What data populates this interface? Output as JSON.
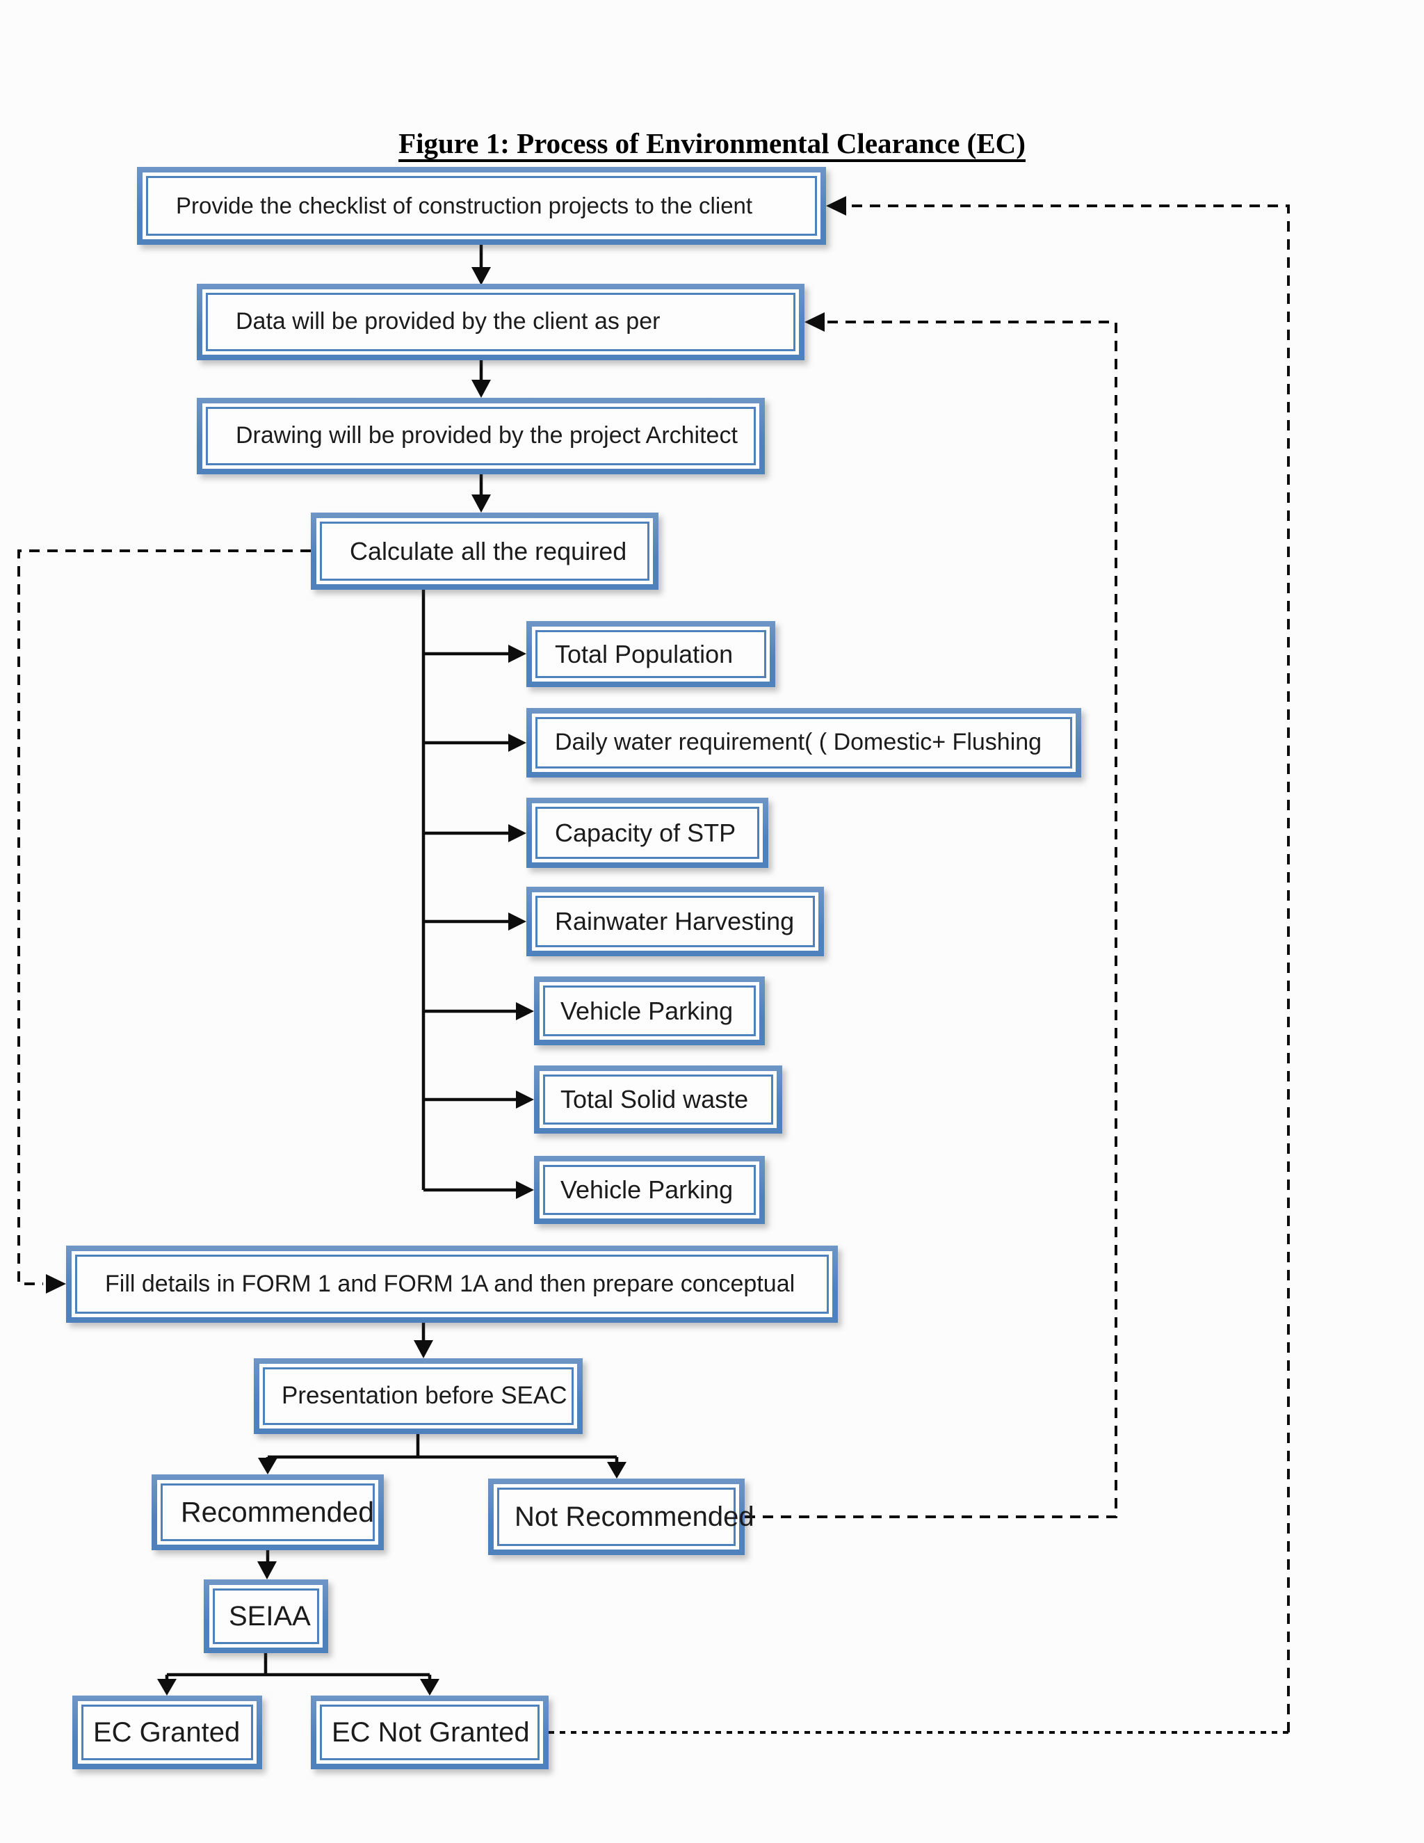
{
  "title": "Figure 1: Process of Environmental Clearance (EC)",
  "nodes": {
    "provide": {
      "label": "Provide the checklist of construction projects to the client"
    },
    "data": {
      "label": "Data will be provided by the client as per"
    },
    "drawing": {
      "label": "Drawing will be provided by the project Architect"
    },
    "calculate": {
      "label": "Calculate all the required"
    },
    "total_population": {
      "label": "Total Population"
    },
    "daily_water": {
      "label": "Daily water requirement( ( Domestic+ Flushing"
    },
    "capacity_stp": {
      "label": "Capacity of STP"
    },
    "rainwater": {
      "label": "Rainwater Harvesting"
    },
    "vehicle_parking_1": {
      "label": "Vehicle Parking"
    },
    "total_solid_waste": {
      "label": "Total Solid waste"
    },
    "vehicle_parking_2": {
      "label": "Vehicle Parking"
    },
    "fill_form": {
      "label": "Fill details in FORM 1 and FORM 1A and then prepare conceptual"
    },
    "presentation": {
      "label": "Presentation before SEAC"
    },
    "recommended": {
      "label": "Recommended"
    },
    "not_recommended": {
      "label": "Not Recommended"
    },
    "seiaa": {
      "label": "SEIAA"
    },
    "ec_granted": {
      "label": "EC Granted"
    },
    "ec_not_granted": {
      "label": "EC Not Granted"
    }
  },
  "edges": [
    {
      "from": "provide",
      "to": "data",
      "style": "solid"
    },
    {
      "from": "data",
      "to": "drawing",
      "style": "solid"
    },
    {
      "from": "drawing",
      "to": "calculate",
      "style": "solid"
    },
    {
      "from": "calculate",
      "to": "total_population",
      "style": "solid"
    },
    {
      "from": "calculate",
      "to": "daily_water",
      "style": "solid"
    },
    {
      "from": "calculate",
      "to": "capacity_stp",
      "style": "solid"
    },
    {
      "from": "calculate",
      "to": "rainwater",
      "style": "solid"
    },
    {
      "from": "calculate",
      "to": "vehicle_parking_1",
      "style": "solid"
    },
    {
      "from": "calculate",
      "to": "total_solid_waste",
      "style": "solid"
    },
    {
      "from": "calculate",
      "to": "vehicle_parking_2",
      "style": "solid"
    },
    {
      "from": "calculate",
      "to": "fill_form",
      "style": "dashed"
    },
    {
      "from": "fill_form",
      "to": "presentation",
      "style": "solid"
    },
    {
      "from": "presentation",
      "to": "recommended",
      "style": "solid"
    },
    {
      "from": "presentation",
      "to": "not_recommended",
      "style": "solid"
    },
    {
      "from": "not_recommended",
      "to": "data",
      "style": "dashed"
    },
    {
      "from": "recommended",
      "to": "seiaa",
      "style": "solid"
    },
    {
      "from": "seiaa",
      "to": "ec_granted",
      "style": "solid"
    },
    {
      "from": "seiaa",
      "to": "ec_not_granted",
      "style": "solid"
    },
    {
      "from": "ec_not_granted",
      "to": "provide",
      "style": "dashed"
    }
  ],
  "colors": {
    "box_border": "#4f81bd",
    "box_fill": "#fdfdfd",
    "line": "#0d0d0d",
    "text": "#1b1b1b",
    "page_bg": "#fcfcfc"
  }
}
